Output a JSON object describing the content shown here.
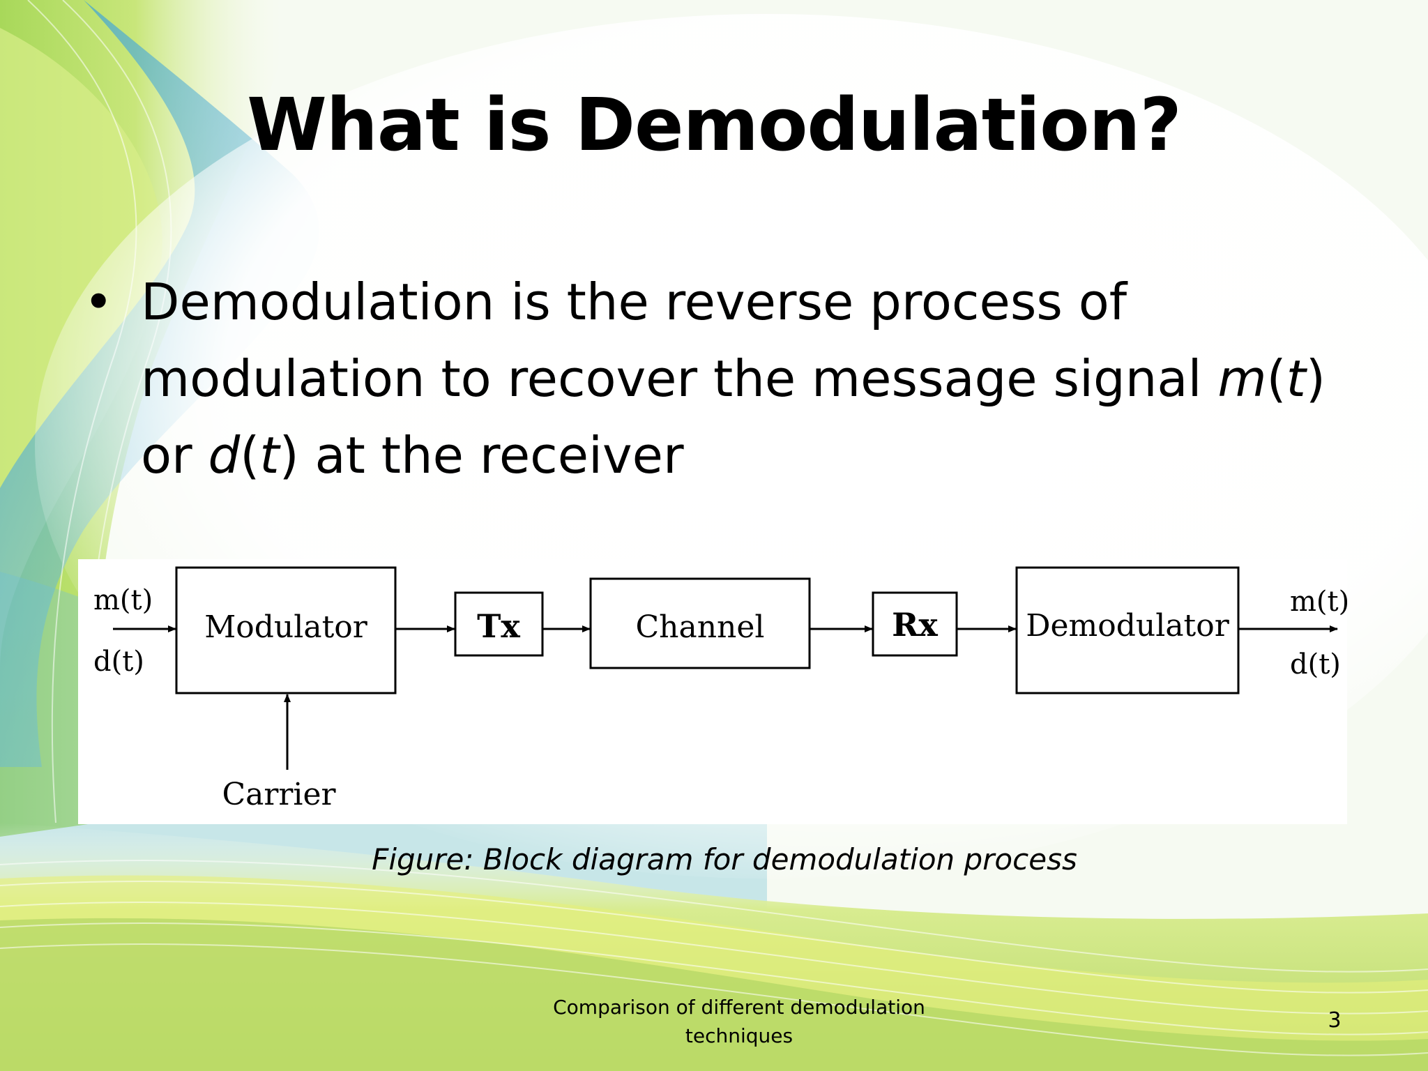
{
  "slide": {
    "title": "What is Demodulation?",
    "bullet": {
      "symbol": "•",
      "line1": "Demodulation is the reverse process of",
      "line2_prefix": "modulation to recover the message signal ",
      "line2_m": "m",
      "line2_open": "(",
      "line2_t": "t",
      "line2_close": ")",
      "line3_prefix": "or ",
      "line3_d": "d",
      "line3_open": "(",
      "line3_t": "t",
      "line3_suffix": ") at the receiver"
    },
    "diagram": {
      "input_m": "m(t)",
      "input_d": "d(t)",
      "modulator": "Modulator",
      "carrier": "Carrier",
      "tx": "Tx",
      "channel": "Channel",
      "rx": "Rx",
      "demodulator": "Demodulator",
      "output_m": "m(t)",
      "output_d": "d(t)"
    },
    "caption": "Figure:  Block diagram for demodulation process",
    "footer_line1": "Comparison of different demodulation",
    "footer_line2": "techniques",
    "page_number": "3"
  },
  "colors": {
    "background_green": "#9fcf4a",
    "background_blue": "#3aa8cf",
    "background_yellow": "#e8f060",
    "text": "#000000"
  }
}
